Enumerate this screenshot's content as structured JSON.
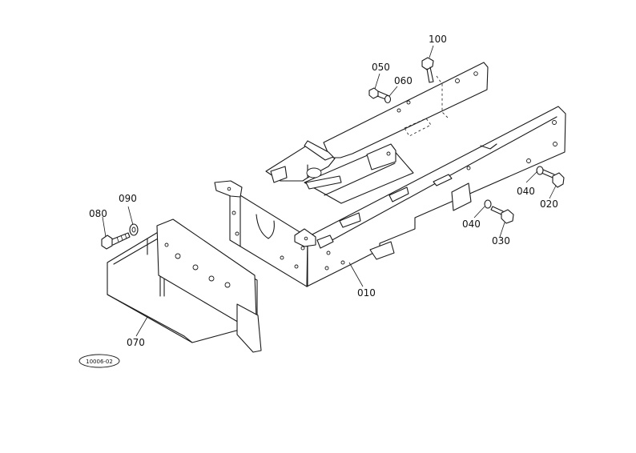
{
  "diagram": {
    "drawing_code": "10006-02",
    "callouts": {
      "p100": "100",
      "p050": "050",
      "p060": "060",
      "p040a": "040",
      "p020": "020",
      "p040b": "040",
      "p030": "030",
      "p010": "010",
      "p080": "080",
      "p090": "090",
      "p070": "070"
    }
  }
}
